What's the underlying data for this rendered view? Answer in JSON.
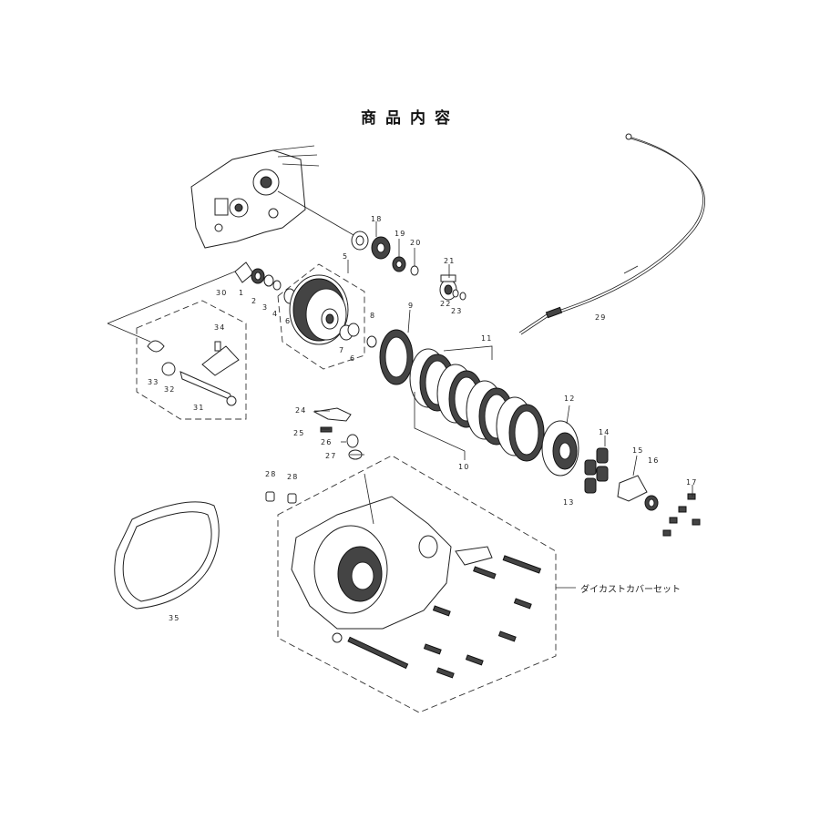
{
  "title": "商品内容",
  "set_label": "ダイカストカバーセット",
  "part_numbers": [
    "1",
    "2",
    "3",
    "4",
    "5",
    "6",
    "6",
    "7",
    "8",
    "9",
    "10",
    "11",
    "12",
    "13",
    "14",
    "15",
    "16",
    "17",
    "18",
    "19",
    "20",
    "21",
    "22",
    "23",
    "24",
    "25",
    "26",
    "27",
    "28",
    "28",
    "29",
    "30",
    "31",
    "32",
    "33",
    "34",
    "35"
  ]
}
